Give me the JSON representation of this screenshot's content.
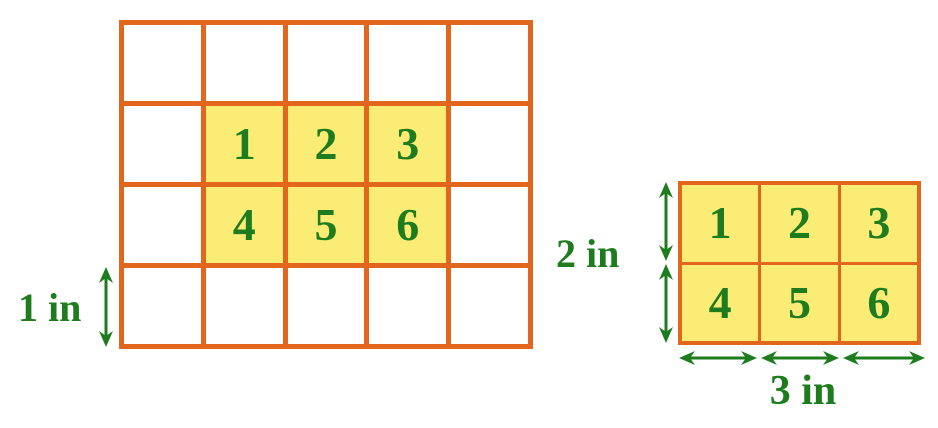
{
  "figure": {
    "large_grid": {
      "cols": 5,
      "rows": 4,
      "highlight": {
        "row_start": 1,
        "row_end": 2,
        "col_start": 1,
        "col_end": 3
      },
      "cell_labels": [
        "1",
        "2",
        "3",
        "4",
        "5",
        "6"
      ],
      "side_label": "1 in"
    },
    "small_grid": {
      "cols": 3,
      "rows": 2,
      "highlight": {
        "row_start": 0,
        "row_end": 1,
        "col_start": 0,
        "col_end": 2
      },
      "cell_labels": [
        "1",
        "2",
        "3",
        "4",
        "5",
        "6"
      ],
      "height_label": "2 in",
      "width_label": "3 in"
    },
    "colors": {
      "grid_line": "#E2671D",
      "highlight_fill": "#FBEC75",
      "label_green": "#1E7C1E"
    }
  }
}
